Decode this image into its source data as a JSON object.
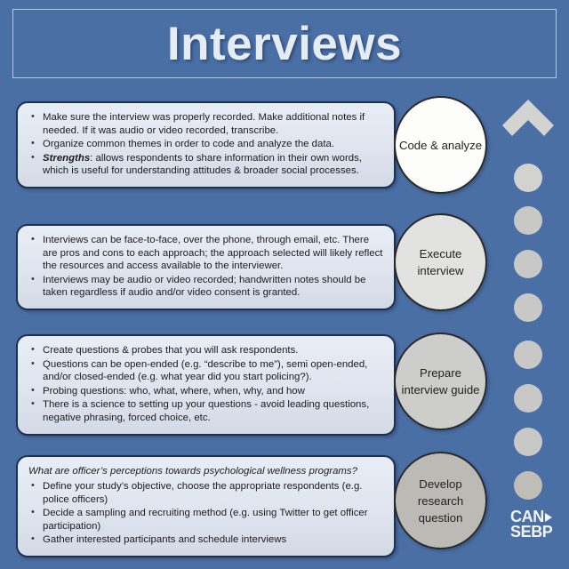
{
  "header": {
    "title": "Interviews"
  },
  "colors": {
    "background": "#4a6fa5",
    "box_fill": "#e4e9f1",
    "box_border": "#1f3050",
    "title_text": "#e6ecf4",
    "circle_1": "#fdfdfb",
    "circle_2": "#e2e2e0",
    "circle_3": "#cdcdcb",
    "circle_4": "#bcbab4",
    "dot": "#c8c8c6"
  },
  "stages": [
    {
      "id": "code-analyze",
      "label": "Code & analyze"
    },
    {
      "id": "execute-interview",
      "label": "Execute interview"
    },
    {
      "id": "prepare-interview-guide",
      "label": "Prepare interview guide"
    },
    {
      "id": "develop-research-question",
      "label": "Develop research question"
    }
  ],
  "boxes": [
    {
      "id": "code-analyze-box",
      "lead": null,
      "bullets": [
        {
          "strong": null,
          "text": "Make sure the interview was properly recorded. Make additional notes if needed. If  it was audio or video recorded, transcribe."
        },
        {
          "strong": null,
          "text": "Organize common themes in order to code and analyze the data."
        },
        {
          "strong": "Strengths",
          "text": ": allows respondents to share information in their own words, which is useful for understanding attitudes & broader social processes."
        }
      ]
    },
    {
      "id": "execute-interview-box",
      "lead": null,
      "bullets": [
        {
          "strong": null,
          "text": "Interviews can be face-to-face, over the phone, through email, etc. There are pros and cons to each approach; the approach selected will likely reflect the resources and access available to the interviewer."
        },
        {
          "strong": null,
          "text": "Interviews may be audio or video recorded; handwritten notes should be taken regardless if audio and/or video consent is granted."
        }
      ]
    },
    {
      "id": "prepare-interview-guide-box",
      "lead": null,
      "bullets": [
        {
          "strong": null,
          "text": "Create questions & probes that you will ask respondents."
        },
        {
          "strong": null,
          "text": "Questions can be open-ended (e.g. “describe to me”), semi open-ended, and/or closed-ended (e.g. what year did you start policing?)."
        },
        {
          "strong": null,
          "text": "Probing questions: who, what, where, when, why, and how"
        },
        {
          "strong": null,
          "text": "There is a science to setting up your questions  - avoid leading questions, negative phrasing, forced choice, etc."
        }
      ]
    },
    {
      "id": "develop-research-question-box",
      "lead": "What are officer’s perceptions towards psychological wellness programs?",
      "bullets": [
        {
          "strong": null,
          "text": "Define your study’s objective, choose the appropriate respondents (e.g. police officers)"
        },
        {
          "strong": null,
          "text": "Decide a sampling and recruiting method (e.g. using Twitter to get officer participation)"
        },
        {
          "strong": null,
          "text": "Gather interested participants and schedule interviews"
        }
      ]
    }
  ],
  "decoration": {
    "chevron_icon": "chevron-up-icon",
    "dot_count": 8
  },
  "logo": {
    "line1": "CAN",
    "line2": "SEBP"
  }
}
